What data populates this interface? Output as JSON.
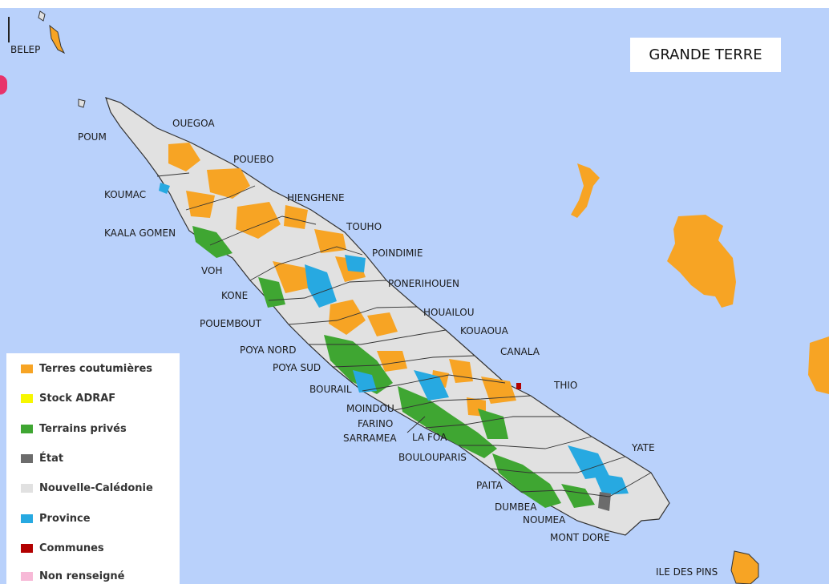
{
  "title": "GRANDE TERRE",
  "colors": {
    "sea": "#b9d1fb",
    "customary": "#f7a424",
    "adraf": "#f7f700",
    "private": "#3fa632",
    "state": "#6c6c6c",
    "territory": "#e1e1e1",
    "province": "#27a9e1",
    "communes": "#b20000",
    "unknown": "#f7b9d7",
    "border": "#333333"
  },
  "places": [
    {
      "id": "belep",
      "name": "BELEP"
    },
    {
      "id": "poum",
      "name": "POUM"
    },
    {
      "id": "ouegoa",
      "name": "OUEGOA"
    },
    {
      "id": "pouebo",
      "name": "POUEBO"
    },
    {
      "id": "koumac",
      "name": "KOUMAC"
    },
    {
      "id": "hienghene",
      "name": "HIENGHENE"
    },
    {
      "id": "kaala-gomen",
      "name": "KAALA GOMEN"
    },
    {
      "id": "touho",
      "name": "TOUHO"
    },
    {
      "id": "poindimie",
      "name": "POINDIMIE"
    },
    {
      "id": "voh",
      "name": "VOH"
    },
    {
      "id": "ponerihouen",
      "name": "PONERIHOUEN"
    },
    {
      "id": "kone",
      "name": "KONE"
    },
    {
      "id": "houailou",
      "name": "HOUAILOU"
    },
    {
      "id": "pouembout",
      "name": "POUEMBOUT"
    },
    {
      "id": "kouaoua",
      "name": "KOUAOUA"
    },
    {
      "id": "poya-nord",
      "name": "POYA NORD"
    },
    {
      "id": "canala",
      "name": "CANALA"
    },
    {
      "id": "poya-sud",
      "name": "POYA SUD"
    },
    {
      "id": "bourail",
      "name": "BOURAIL"
    },
    {
      "id": "thio",
      "name": "THIO"
    },
    {
      "id": "moindou",
      "name": "MOINDOU"
    },
    {
      "id": "farino",
      "name": "FARINO"
    },
    {
      "id": "sarramea",
      "name": "SARRAMEA"
    },
    {
      "id": "la-foa",
      "name": "LA FOA"
    },
    {
      "id": "bouloupari",
      "name": "BOULOUPARIS"
    },
    {
      "id": "yate",
      "name": "YATE"
    },
    {
      "id": "paita",
      "name": "PAITA"
    },
    {
      "id": "dumbea",
      "name": "DUMBEA"
    },
    {
      "id": "noumea",
      "name": "NOUMEA"
    },
    {
      "id": "mont-dore",
      "name": "MONT DORE"
    },
    {
      "id": "ile-des-pins",
      "name": "ILE DES PINS"
    }
  ],
  "legend": [
    {
      "label": "Terres coutumières",
      "color": "#f7a424"
    },
    {
      "label": "Stock ADRAF",
      "color": "#f7f700"
    },
    {
      "label": "Terrains privés",
      "color": "#3fa632"
    },
    {
      "label": "État",
      "color": "#6c6c6c"
    },
    {
      "label": "Nouvelle-Calédonie",
      "color": "#e1e1e1"
    },
    {
      "label": "Province",
      "color": "#27a9e1"
    },
    {
      "label": "Communes",
      "color": "#b20000"
    },
    {
      "label": "Non renseigné",
      "color": "#f7b9d7"
    }
  ]
}
